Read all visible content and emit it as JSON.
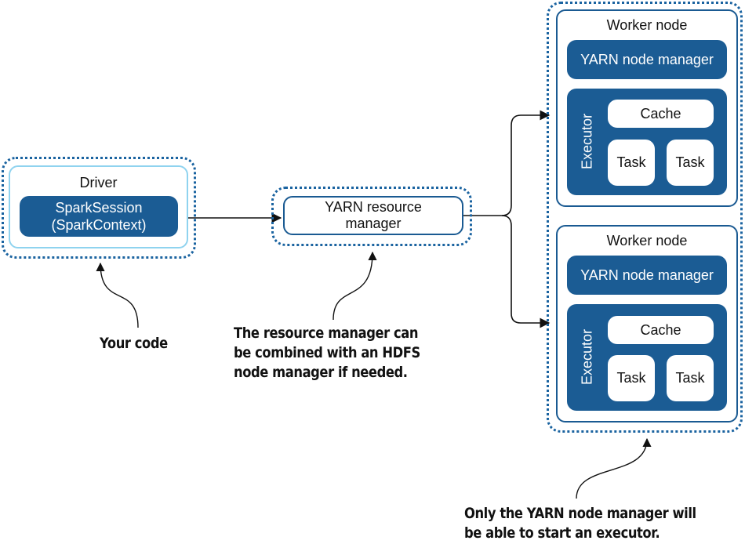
{
  "driver": {
    "title": "Driver",
    "session_line1": "SparkSession",
    "session_line2": "(SparkContext)"
  },
  "resource_manager": {
    "line1": "YARN resource",
    "line2": "manager"
  },
  "workers": [
    {
      "title": "Worker node",
      "node_manager": "YARN node manager",
      "executor_label": "Executor",
      "cache": "Cache",
      "tasks": [
        "Task",
        "Task"
      ]
    },
    {
      "title": "Worker node",
      "node_manager": "YARN node manager",
      "executor_label": "Executor",
      "cache": "Cache",
      "tasks": [
        "Task",
        "Task"
      ]
    }
  ],
  "annotations": {
    "your_code": "Your code",
    "rm_note": [
      "The resource manager can",
      "be combined with an HDFS",
      "node manager if needed."
    ],
    "nm_note": [
      "Only the YARN node manager will",
      "be able to start an executor."
    ]
  },
  "colors": {
    "primary_blue": "#1b5c94",
    "light_blue_border": "#8fd3ef",
    "dotted_border": "#1a63a0"
  }
}
